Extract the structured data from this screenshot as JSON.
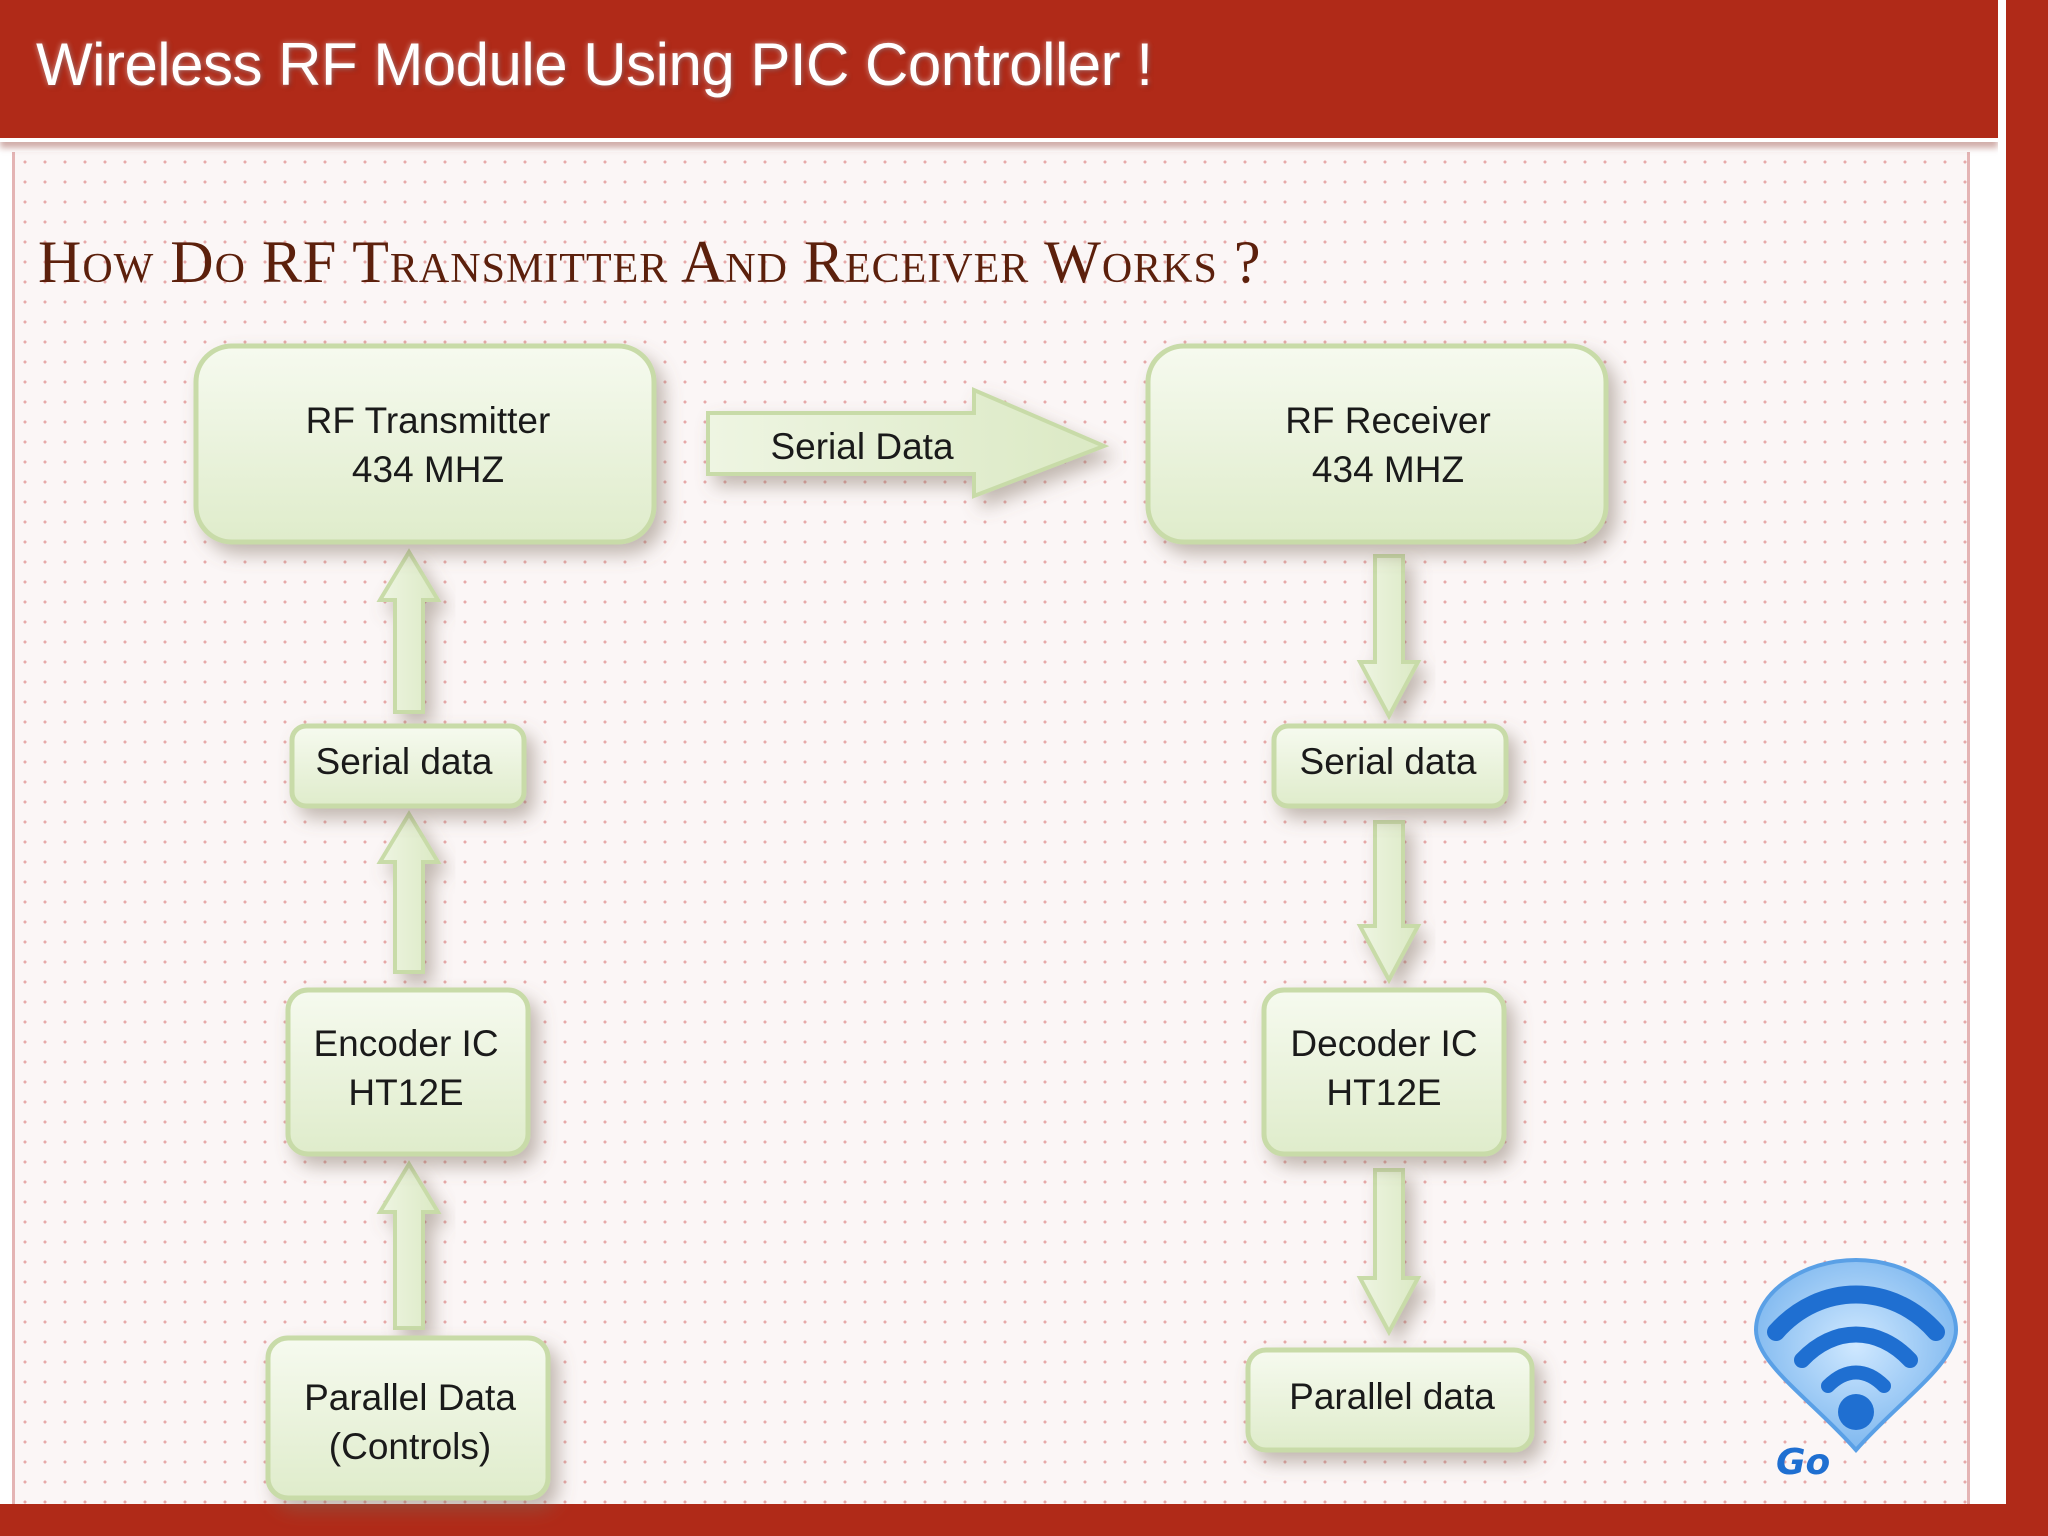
{
  "header": {
    "title": "Wireless RF Module Using PIC Controller !"
  },
  "slide": {
    "heading": "How Do RF Transmitter And Receiver Works ?"
  },
  "diagram": {
    "transmitter_chain": {
      "rf_transmitter": {
        "line1": "RF Transmitter",
        "line2": "434 MHZ"
      },
      "serial_data": "Serial data",
      "encoder": {
        "line1": "Encoder IC",
        "line2": "HT12E"
      },
      "parallel_data": {
        "line1": "Parallel Data",
        "line2": "(Controls)"
      }
    },
    "link_label": "Serial Data",
    "receiver_chain": {
      "rf_receiver": {
        "line1": "RF Receiver",
        "line2": "434 MHZ"
      },
      "serial_data": "Serial data",
      "decoder": {
        "line1": "Decoder IC",
        "line2": "HT12E"
      },
      "parallel_data": "Parallel data"
    }
  },
  "logo": {
    "icon": "wifi-icon",
    "text": "Go"
  },
  "colors": {
    "theme_red": "#b02a18",
    "box_fill": "#e9f2d9",
    "box_border": "#c8dba8",
    "heading": "#5c200c"
  }
}
